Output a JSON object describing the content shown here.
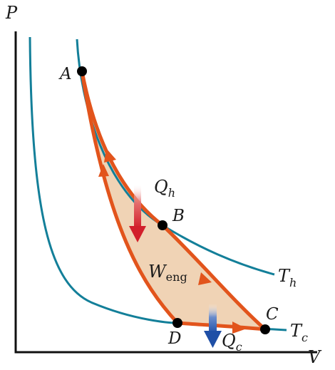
{
  "axes": {
    "y_label": "P",
    "x_label": "V"
  },
  "isotherms": {
    "hot": {
      "label_main": "T",
      "label_sub": "h"
    },
    "cold": {
      "label_main": "T",
      "label_sub": "c"
    }
  },
  "states": {
    "a": "A",
    "b": "B",
    "c": "C",
    "d": "D"
  },
  "heat": {
    "in": {
      "main": "Q",
      "sub": "h"
    },
    "out": {
      "main": "Q",
      "sub": "c"
    }
  },
  "work": {
    "main": "W",
    "sub": "eng"
  },
  "colors": {
    "cycle": "#e2541c",
    "fill": "#f0d3b5",
    "isotherm": "#137f99",
    "heat_in": "#d21f2b",
    "heat_out": "#1f4fa6",
    "axis": "#111111"
  }
}
